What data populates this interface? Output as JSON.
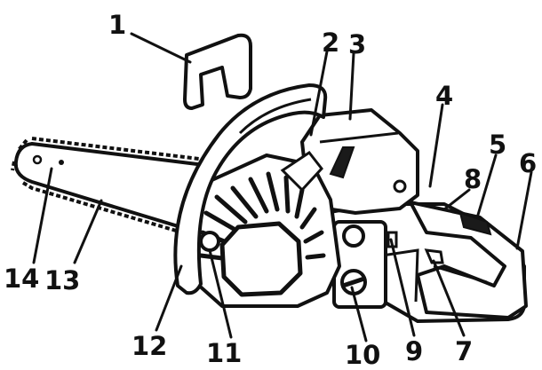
{
  "figure": {
    "callouts": [
      {
        "id": "c1",
        "label": "1"
      },
      {
        "id": "c2",
        "label": "2"
      },
      {
        "id": "c3",
        "label": "3"
      },
      {
        "id": "c4",
        "label": "4"
      },
      {
        "id": "c5",
        "label": "5"
      },
      {
        "id": "c6",
        "label": "6"
      },
      {
        "id": "c7",
        "label": "7"
      },
      {
        "id": "c8",
        "label": "8"
      },
      {
        "id": "c9",
        "label": "9"
      },
      {
        "id": "c10",
        "label": "10"
      },
      {
        "id": "c11",
        "label": "11"
      },
      {
        "id": "c12",
        "label": "12"
      },
      {
        "id": "c13",
        "label": "13"
      },
      {
        "id": "c14",
        "label": "14"
      }
    ],
    "colors": {
      "ink": "#111111",
      "fill": "#ffffff",
      "shade": "#d4d4d4",
      "dark": "#1a1a1a"
    }
  }
}
